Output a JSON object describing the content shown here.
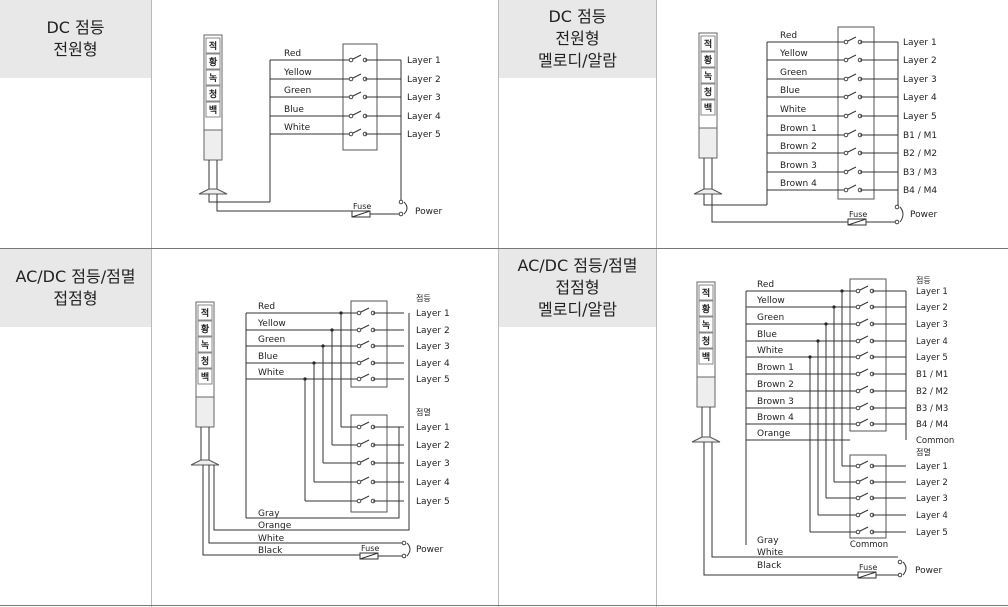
{
  "panels": [
    {
      "title_lines": [
        "DC 점등",
        "전원형"
      ],
      "lamp_labels": [
        "적",
        "황",
        "녹",
        "청",
        "백"
      ],
      "wire_labels": [
        "Red",
        "Yellow",
        "Green",
        "Blue",
        "White"
      ],
      "output_labels": [
        "Layer 1",
        "Layer 2",
        "Layer 3",
        "Layer 4",
        "Layer 5"
      ],
      "fuse_label": "Fuse",
      "power_label": "Power"
    },
    {
      "title_lines": [
        "DC 점등",
        "전원형",
        "멜로디/알람"
      ],
      "lamp_labels": [
        "적",
        "황",
        "녹",
        "청",
        "백"
      ],
      "wire_labels": [
        "Red",
        "Yellow",
        "Green",
        "Blue",
        "White",
        "Brown 1",
        "Brown 2",
        "Brown 3",
        "Brown 4"
      ],
      "output_labels": [
        "Layer 1",
        "Layer 2",
        "Layer 3",
        "Layer 4",
        "Layer 5",
        "B1 / M1",
        "B2 / M2",
        "B3 / M3",
        "B4 / M4"
      ],
      "fuse_label": "Fuse",
      "power_label": "Power"
    },
    {
      "title_lines": [
        "AC/DC 점등/점멸",
        "접점형"
      ],
      "lamp_labels": [
        "적",
        "황",
        "녹",
        "청",
        "백"
      ],
      "wire_labels": [
        "Red",
        "Yellow",
        "Green",
        "Blue",
        "White"
      ],
      "group1_label": "점등",
      "group1_outputs": [
        "Layer 1",
        "Layer 2",
        "Layer 3",
        "Layer 4",
        "Layer 5"
      ],
      "group2_label": "점멸",
      "group2_outputs": [
        "Layer 1",
        "Layer 2",
        "Layer 3",
        "Layer 4",
        "Layer 5"
      ],
      "bottom_wires": [
        "Gray",
        "Orange",
        "White",
        "Black"
      ],
      "fuse_label": "Fuse",
      "power_label": "Power"
    },
    {
      "title_lines": [
        "AC/DC 점등/점멸",
        "접점형",
        "멜로디/알람"
      ],
      "lamp_labels": [
        "적",
        "황",
        "녹",
        "청",
        "백"
      ],
      "wire_labels": [
        "Red",
        "Yellow",
        "Green",
        "Blue",
        "White",
        "Brown 1",
        "Brown 2",
        "Brown 3",
        "Brown 4",
        "Orange"
      ],
      "group1_label": "점등",
      "group1_outputs": [
        "Layer 1",
        "Layer 2",
        "Layer 3",
        "Layer 4",
        "Layer 5",
        "B1 / M1",
        "B2 / M2",
        "B3 / M3",
        "B4 / M4",
        "Common"
      ],
      "group2_label": "점멸",
      "group2_outputs": [
        "Layer 1",
        "Layer 2",
        "Layer 3",
        "Layer 4",
        "Layer 5"
      ],
      "group2_common": "Common",
      "bottom_wires": [
        "Gray",
        "White",
        "Black"
      ],
      "fuse_label": "Fuse",
      "power_label": "Power"
    }
  ]
}
